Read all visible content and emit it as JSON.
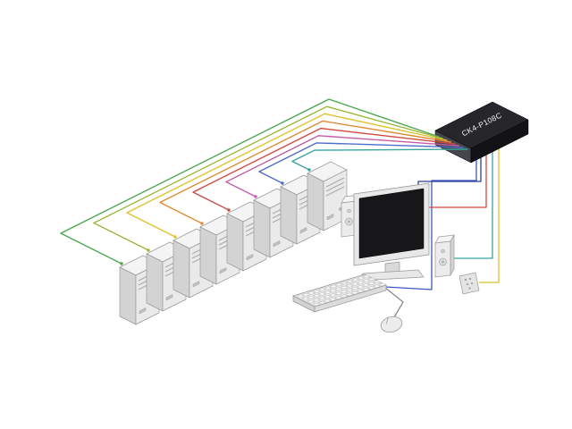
{
  "diagram": {
    "background_color": "#ffffff",
    "kvm_switch": {
      "label": "CK4-P108C",
      "top_color": "#26262b",
      "front_color": "#45454d",
      "side_color": "#131316",
      "label_color": "#f5f5f5"
    },
    "computers": {
      "count": 8,
      "cable_colors": [
        "#4aa84a",
        "#9ab83a",
        "#dfc02e",
        "#e08a34",
        "#d2483e",
        "#c65ba6",
        "#4f6cc8",
        "#3aa49e"
      ]
    },
    "console_cables": [
      {
        "name": "keyboard-cable",
        "color": "#3a57c4"
      },
      {
        "name": "monitor-cable",
        "color": "#2b3f9e"
      },
      {
        "name": "left-speaker-cable",
        "color": "#d2483e"
      },
      {
        "name": "right-speaker-cable",
        "color": "#3aa49e"
      },
      {
        "name": "remote-cable",
        "color": "#dfc02e"
      },
      {
        "name": "mouse-cable",
        "color": "#8a8a8a"
      }
    ],
    "devices": [
      "kvm-switch",
      "computer-tower-x8",
      "monitor",
      "keyboard",
      "mouse",
      "left-speaker",
      "right-speaker",
      "remote-control"
    ]
  }
}
